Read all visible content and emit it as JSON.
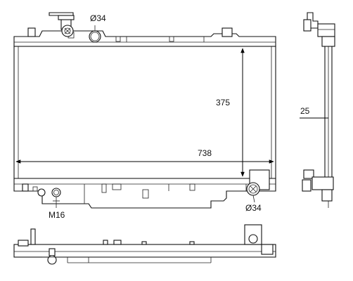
{
  "labels": {
    "inlet_diameter": "Ø34",
    "outlet_diameter": "Ø34",
    "core_height": "375",
    "core_width": "738",
    "thickness": "25",
    "drain_thread": "M16"
  }
}
